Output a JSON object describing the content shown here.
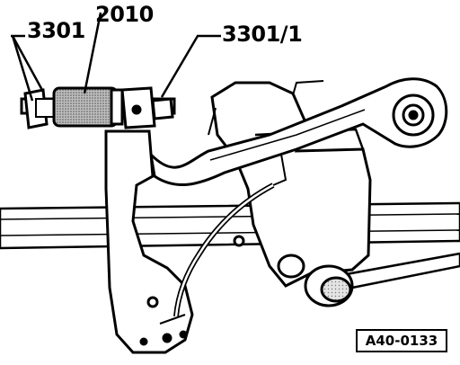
{
  "callouts": {
    "tool_3301": "3301",
    "tool_2010": "2010",
    "tool_3301_1": "3301/1"
  },
  "figure_id": "A40-0133",
  "colors": {
    "ink": "#000000",
    "paper": "#ffffff",
    "shade": "#8a8a8a"
  }
}
